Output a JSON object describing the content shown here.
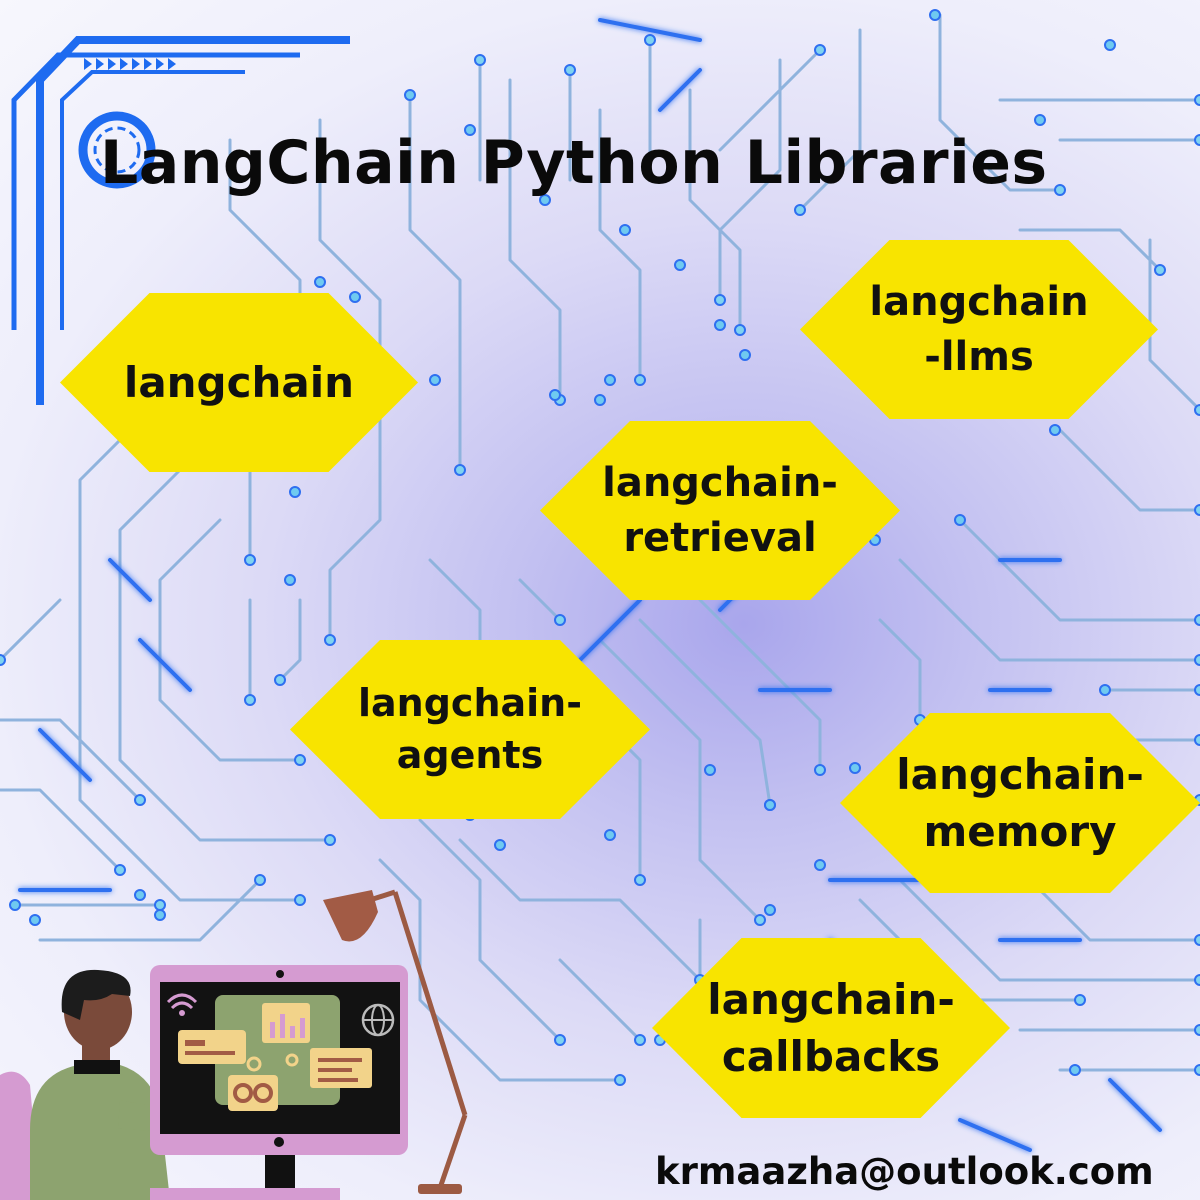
{
  "title": "LangChain Python Libraries",
  "hexagons": [
    {
      "label": "langchain"
    },
    {
      "label": "langchain\n-llms"
    },
    {
      "label": "langchain-\nretrieval"
    },
    {
      "label": "langchain-\nagents"
    },
    {
      "label": "langchain-\nmemory"
    },
    {
      "label": "langchain-\ncallbacks"
    }
  ],
  "email": "krmaazha@outlook.com",
  "colors": {
    "hexagon_fill": "#f8e400",
    "circuit_line": "#8fb3dd",
    "circuit_glow": "#2f6ff0",
    "corner_accent": "#1e6bf0",
    "text": "#0a0a0a"
  }
}
